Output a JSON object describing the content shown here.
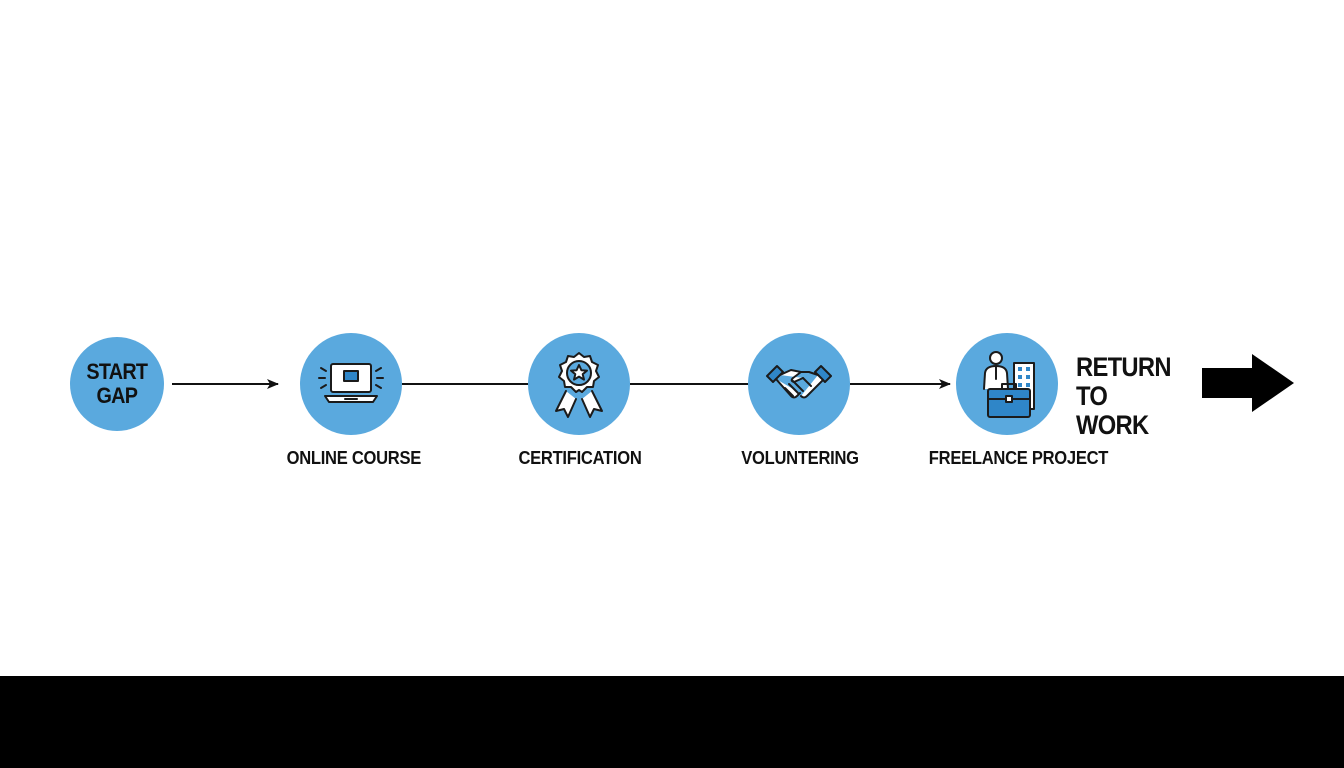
{
  "start": {
    "line1": "START",
    "line2": "GAP",
    "icon": "none"
  },
  "steps": [
    {
      "label": "ONLINE COURSE",
      "icon": "laptop-icon"
    },
    {
      "label": "CERTIFICATION",
      "icon": "award-rosette-icon"
    },
    {
      "label": "VOLUNTERING",
      "icon": "handshake-icon"
    },
    {
      "label": "FREELANCE PROJECT",
      "icon": "briefcase-person-icon"
    }
  ],
  "end": {
    "line1": "RETURN",
    "line2": "TO WORK",
    "icon": "arrow-right-icon"
  },
  "colors": {
    "node_fill": "#5aa9de",
    "icon_stroke": "#1b1b1b",
    "icon_accent": "#2f86c8",
    "text": "#111111",
    "bottom_band": "#000000"
  }
}
